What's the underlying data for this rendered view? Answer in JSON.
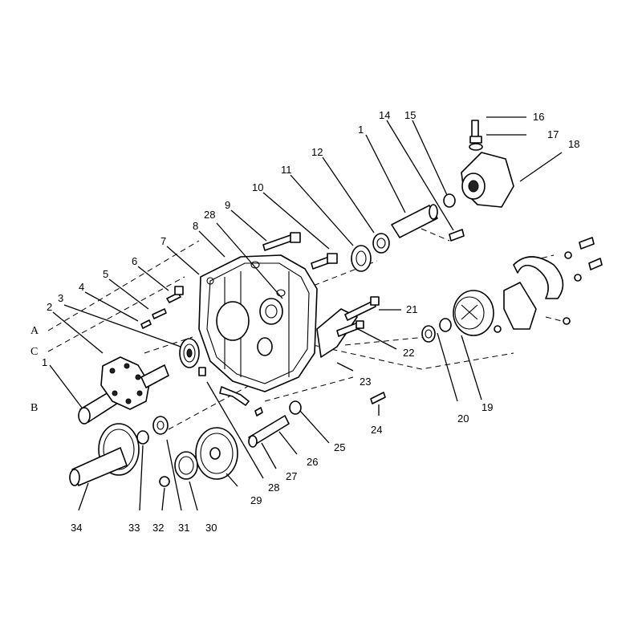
{
  "callouts": [
    {
      "id": "c1a",
      "text": "1"
    },
    {
      "id": "c1b",
      "text": "1"
    },
    {
      "id": "c2",
      "text": "2"
    },
    {
      "id": "c3",
      "text": "3"
    },
    {
      "id": "c4",
      "text": "4"
    },
    {
      "id": "c5",
      "text": "5"
    },
    {
      "id": "c6",
      "text": "6"
    },
    {
      "id": "c7",
      "text": "7"
    },
    {
      "id": "c8",
      "text": "8"
    },
    {
      "id": "c9",
      "text": "9"
    },
    {
      "id": "c10",
      "text": "10"
    },
    {
      "id": "c11",
      "text": "11"
    },
    {
      "id": "c12",
      "text": "12"
    },
    {
      "id": "c14",
      "text": "14"
    },
    {
      "id": "c15",
      "text": "15"
    },
    {
      "id": "c16",
      "text": "16"
    },
    {
      "id": "c17",
      "text": "17"
    },
    {
      "id": "c18",
      "text": "18"
    },
    {
      "id": "c19",
      "text": "19"
    },
    {
      "id": "c20",
      "text": "20"
    },
    {
      "id": "c21",
      "text": "21"
    },
    {
      "id": "c22",
      "text": "22"
    },
    {
      "id": "c23",
      "text": "23"
    },
    {
      "id": "c24",
      "text": "24"
    },
    {
      "id": "c25",
      "text": "25"
    },
    {
      "id": "c26",
      "text": "26"
    },
    {
      "id": "c27",
      "text": "27"
    },
    {
      "id": "c28a",
      "text": "28"
    },
    {
      "id": "c28b",
      "text": "28"
    },
    {
      "id": "c29",
      "text": "29"
    },
    {
      "id": "c30",
      "text": "30"
    },
    {
      "id": "c31",
      "text": "31"
    },
    {
      "id": "c32",
      "text": "32"
    },
    {
      "id": "c33",
      "text": "33"
    },
    {
      "id": "c34",
      "text": "34"
    }
  ],
  "reference_letters": {
    "a": "A",
    "b": "B",
    "c": "C"
  }
}
